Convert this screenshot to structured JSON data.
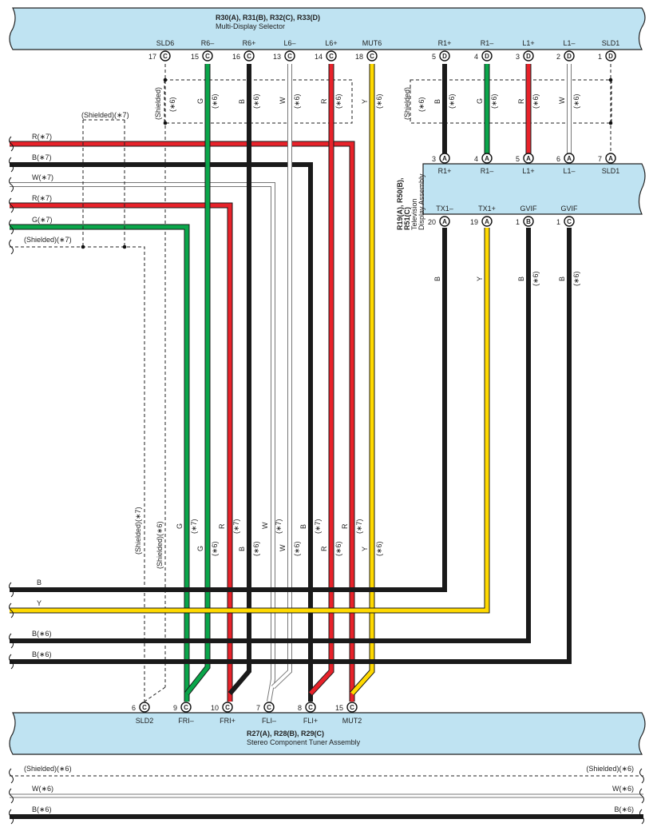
{
  "selector": {
    "title": "R30(A), R31(B), R32(C), R33(D)",
    "subtitle": "Multi-Display Selector",
    "pins": [
      {
        "name": "SLD6",
        "num": "17",
        "conn": "C"
      },
      {
        "name": "R6–",
        "num": "15",
        "conn": "C"
      },
      {
        "name": "R6+",
        "num": "16",
        "conn": "C"
      },
      {
        "name": "L6–",
        "num": "13",
        "conn": "C"
      },
      {
        "name": "L6+",
        "num": "14",
        "conn": "C"
      },
      {
        "name": "MUT6",
        "num": "18",
        "conn": "C"
      },
      {
        "name": "R1+",
        "num": "5",
        "conn": "D"
      },
      {
        "name": "R1–",
        "num": "4",
        "conn": "D"
      },
      {
        "name": "L1+",
        "num": "3",
        "conn": "D"
      },
      {
        "name": "L1–",
        "num": "2",
        "conn": "D"
      },
      {
        "name": "SLD1",
        "num": "1",
        "conn": "D"
      }
    ]
  },
  "selector_wire_labels": {
    "shielded": "(Shielded)",
    "note6": "(∗6)",
    "g": "G",
    "b": "B",
    "w": "W",
    "r": "R",
    "y": "Y"
  },
  "display": {
    "title_line1": "R19(A), R50(B),",
    "title_line2": "R51(C)",
    "subtitle_line1": "Television",
    "subtitle_line2": "Display Assembly",
    "top_pins": [
      {
        "name": "R1+",
        "num": "3",
        "conn": "A"
      },
      {
        "name": "R1–",
        "num": "4",
        "conn": "A"
      },
      {
        "name": "L1+",
        "num": "5",
        "conn": "A"
      },
      {
        "name": "L1–",
        "num": "6",
        "conn": "A"
      },
      {
        "name": "SLD1",
        "num": "7",
        "conn": "A"
      }
    ],
    "bottom_pins": [
      {
        "name": "TX1–",
        "num": "20",
        "conn": "A"
      },
      {
        "name": "TX1+",
        "num": "19",
        "conn": "A"
      },
      {
        "name": "GVIF",
        "num": "1",
        "conn": "B"
      },
      {
        "name": "GVIF",
        "num": "1",
        "conn": "C"
      }
    ],
    "down_labels": [
      {
        "color": "B",
        "note": ""
      },
      {
        "color": "Y",
        "note": ""
      },
      {
        "color": "B",
        "note": "(∗6)"
      },
      {
        "color": "B",
        "note": "(∗6)"
      }
    ]
  },
  "left_wires": {
    "upper": [
      "R(∗7)",
      "B(∗7)",
      "W(∗7)",
      "R(∗7)",
      "G(∗7)",
      "(Shielded)(∗7)"
    ],
    "upper_shield_label": "(Shielded)(∗7)",
    "lower": [
      "B",
      "Y",
      "B(∗6)",
      "B(∗6)"
    ]
  },
  "vertical_labels": {
    "shielded7": "(Shielded)(∗7)",
    "shielded6": "(Shielded)(∗6)",
    "col_g": [
      "G",
      "(∗7)",
      "G",
      "(∗6)"
    ],
    "col_r": [
      "R",
      "(∗7)",
      "B",
      "(∗6)"
    ],
    "col_w": [
      "W",
      "(∗7)",
      "W",
      "(∗6)"
    ],
    "col_l": [
      "B",
      "(∗7)",
      "R",
      "(∗6)"
    ],
    "col_m": [
      "R",
      "(∗7)",
      "Y",
      "(∗6)"
    ]
  },
  "tuner": {
    "title": "R27(A), R28(B), R29(C)",
    "subtitle": "Stereo Component Tuner Assembly",
    "pins": [
      {
        "name": "SLD2",
        "num": "6",
        "conn": "C"
      },
      {
        "name": "FRI–",
        "num": "9",
        "conn": "C"
      },
      {
        "name": "FRI+",
        "num": "10",
        "conn": "C"
      },
      {
        "name": "FLI–",
        "num": "7",
        "conn": "C"
      },
      {
        "name": "FLI+",
        "num": "8",
        "conn": "C"
      },
      {
        "name": "MUT2",
        "num": "15",
        "conn": "C"
      }
    ]
  },
  "bottom_wires": [
    {
      "left": "(Shielded)(∗6)",
      "right": "(Shielded)(∗6)"
    },
    {
      "left": "W(∗6)",
      "right": "W(∗6)"
    },
    {
      "left": "B(∗6)",
      "right": "B(∗6)"
    }
  ],
  "colors": {
    "red": "#e8222a",
    "black": "#1a1a1a",
    "green": "#0aa64a",
    "yellow": "#ffd900",
    "white_wire": "#ffffff",
    "box_fill": "#bfe3f2"
  }
}
